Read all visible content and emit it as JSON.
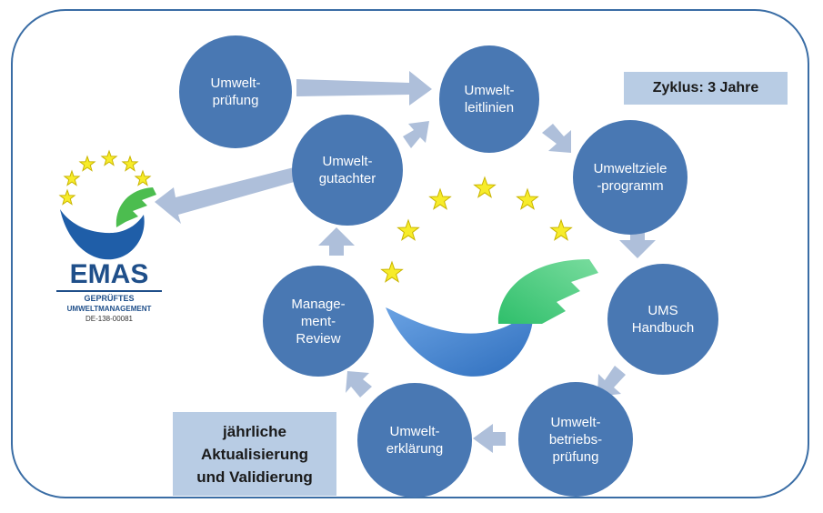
{
  "nodes": {
    "umweltpruefung": "Umwelt-\nprüfung",
    "umweltleitlinien": "Umwelt-\nleitlinien",
    "umweltziele": "Umweltziele\n-programm",
    "ums_handbuch": "UMS\nHandbuch",
    "betriebspruefung": "Umwelt-\nbetriebs-\nprüfung",
    "umwelterklaerung": "Umwelt-\nerklärung",
    "management_review": "Manage-\nment-\nReview",
    "umweltgutachter": "Umwelt-\ngutachter"
  },
  "boxes": {
    "cycle": "Zyklus: 3 Jahre",
    "annual": "jährliche\nAktualisierung\nund Validierung"
  },
  "logo": {
    "name": "EMAS",
    "line1": "GEPRÜFTES",
    "line2": "UMWELTMANAGEMENT",
    "reg": "DE-138-00081"
  },
  "colors": {
    "node": "#4978b3",
    "arrow": "#aebfda",
    "box": "#b8cce4",
    "star": "#f7ec2a",
    "leaf": "#4ccb80",
    "wave": "#4e8bd4"
  }
}
